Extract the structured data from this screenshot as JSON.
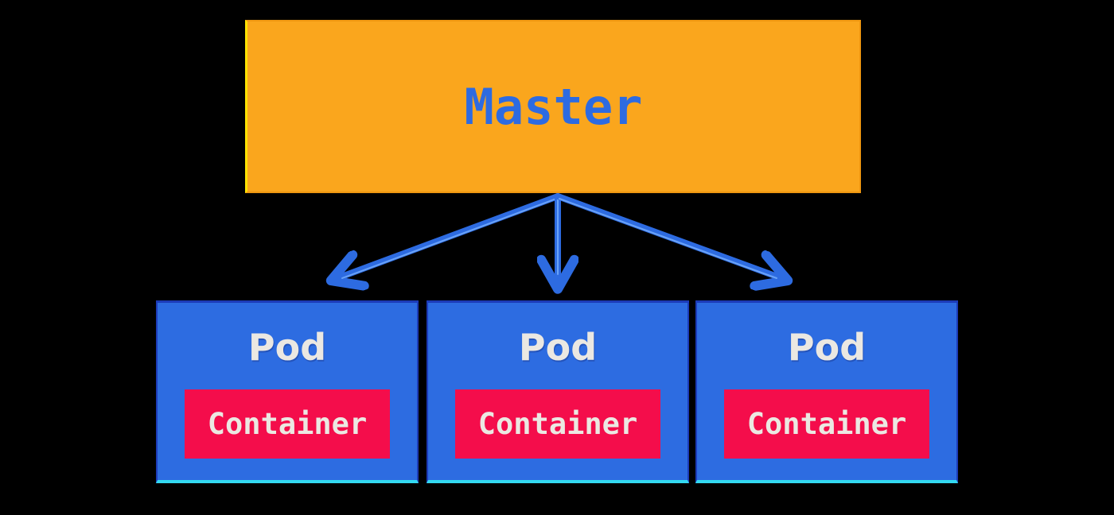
{
  "background_color": "#000000",
  "diagram": {
    "master": {
      "label": "Master"
    },
    "pods": [
      {
        "label": "Pod",
        "container": {
          "label": "Container"
        }
      },
      {
        "label": "Pod",
        "container": {
          "label": "Container"
        }
      },
      {
        "label": "Pod",
        "container": {
          "label": "Container"
        }
      }
    ],
    "arrows": [
      {
        "name": "master-to-pod-1",
        "direction": "down-left"
      },
      {
        "name": "master-to-pod-2",
        "direction": "down"
      },
      {
        "name": "master-to-pod-3",
        "direction": "down-right"
      }
    ],
    "colors": {
      "master_fill": "#FAA61D",
      "master_edge": "#EF9710",
      "master_accent_yellow": "#FFE300",
      "master_text": "#2D6BE1",
      "pod_fill": "#2D6CE1",
      "pod_border_top": "#1C3BB8",
      "pod_border_bottom_cyan": "#33D9F1",
      "pod_text": "#EBE8E2",
      "container_fill": "#F40D4B",
      "container_text": "#EBE8E2",
      "arrow_stroke": "#2D6BE1",
      "arrow_highlight": "#6AA3F8"
    }
  }
}
